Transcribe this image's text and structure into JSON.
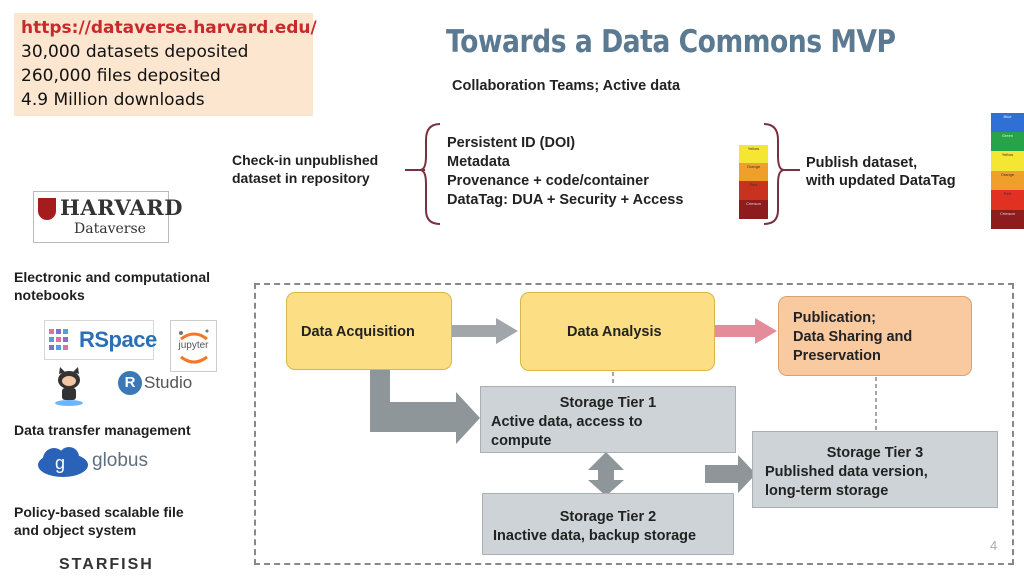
{
  "info": {
    "url": "https://dataverse.harvard.edu/",
    "lines": [
      "30,000 datasets deposited",
      "260,000 files deposited",
      "4.9 Million downloads"
    ]
  },
  "title": "Towards a Data Commons MVP",
  "subtitle": "Collaboration Teams; Active data",
  "checkin": [
    "Check-in unpublished",
    "dataset in repository"
  ],
  "bracket_items": [
    "Persistent ID (DOI)",
    "Metadata",
    "Provenance + code/container",
    "DataTag: DUA + Security + Access"
  ],
  "publish": [
    "Publish dataset,",
    "with updated DataTag"
  ],
  "datatag_small": [
    "Yellow",
    "Orange",
    "Red",
    "Crimson"
  ],
  "datatag_full": [
    "Blue",
    "Green",
    "Yellow",
    "Orange",
    "Red",
    "Crimson"
  ],
  "colors": {
    "blue": "#2f6fd6",
    "green": "#27a447",
    "yellow": "#f5e634",
    "orange": "#f0a02a",
    "red": "#e03123",
    "crimson": "#8e1c1c"
  },
  "left": {
    "notebooks": [
      "Electronic and computational",
      "notebooks"
    ],
    "transfer": "Data transfer management",
    "storage": [
      "Policy-based scalable file",
      "and object system"
    ]
  },
  "logos": {
    "harvard_name": "HARVARD",
    "harvard_sub": "Dataverse",
    "rspace": "RSpace",
    "jupyter": "jupyter",
    "rstudio": "Studio",
    "rstudio_r": "R",
    "globus": "globus",
    "globus_g": "g",
    "starfish": "STARFISH"
  },
  "workflow": {
    "acquisition": "Data Acquisition",
    "analysis": "Data Analysis",
    "publication": [
      "Publication;",
      "Data Sharing and",
      "Preservation"
    ],
    "tier1": {
      "title": "Storage Tier 1",
      "lines": [
        "Active data, access to",
        "compute"
      ]
    },
    "tier2": {
      "title": "Storage Tier 2",
      "lines": [
        "Inactive data, backup storage"
      ]
    },
    "tier3": {
      "title": "Storage Tier 3",
      "lines": [
        "Published data version,",
        "long-term storage"
      ]
    }
  },
  "page_number": "4"
}
